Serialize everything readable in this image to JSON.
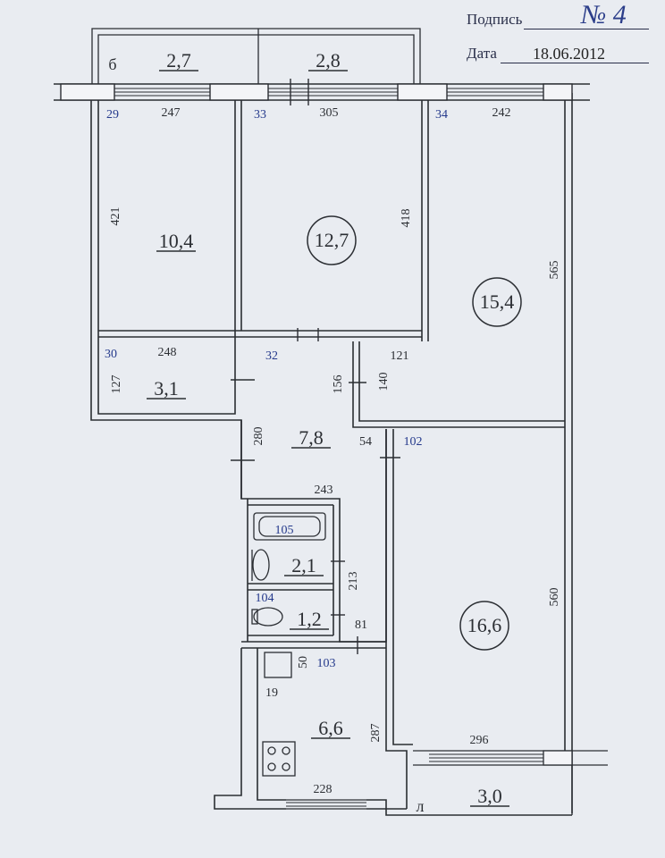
{
  "header": {
    "signature_label": "Подпись",
    "signature_mark": "№ 4",
    "date_label": "Дата",
    "date_value": "18.06.2012"
  },
  "rooms": [
    {
      "area": "10,4",
      "circled": false
    },
    {
      "area": "12,7",
      "circled": true
    },
    {
      "area": "15,4",
      "circled": true
    },
    {
      "area": "3,1",
      "circled": false
    },
    {
      "area": "7,8",
      "circled": false
    },
    {
      "area": "2,1",
      "circled": false
    },
    {
      "area": "1,2",
      "circled": false
    },
    {
      "area": "6,6",
      "circled": false
    },
    {
      "area": "16,6",
      "circled": true
    },
    {
      "area": "2,7",
      "circled": false
    },
    {
      "area": "2,8",
      "circled": false
    },
    {
      "area": "3,0",
      "circled": false
    }
  ],
  "balcony_letters": [
    "б",
    "л"
  ],
  "room_numbers": [
    "29",
    "33",
    "34",
    "30",
    "32",
    "102",
    "105",
    "104",
    "103"
  ],
  "dimensions": [
    "247",
    "305",
    "242",
    "421",
    "418",
    "565",
    "248",
    "121",
    "127",
    "156",
    "140",
    "280",
    "54",
    "243",
    "213",
    "81",
    "50",
    "19",
    "287",
    "228",
    "296",
    "560"
  ],
  "colors": {
    "ink": "#2b2e33",
    "blue_ink": "#253a8c",
    "paper": "#e9ecf1",
    "wall_fill": "#f3f4f7"
  }
}
